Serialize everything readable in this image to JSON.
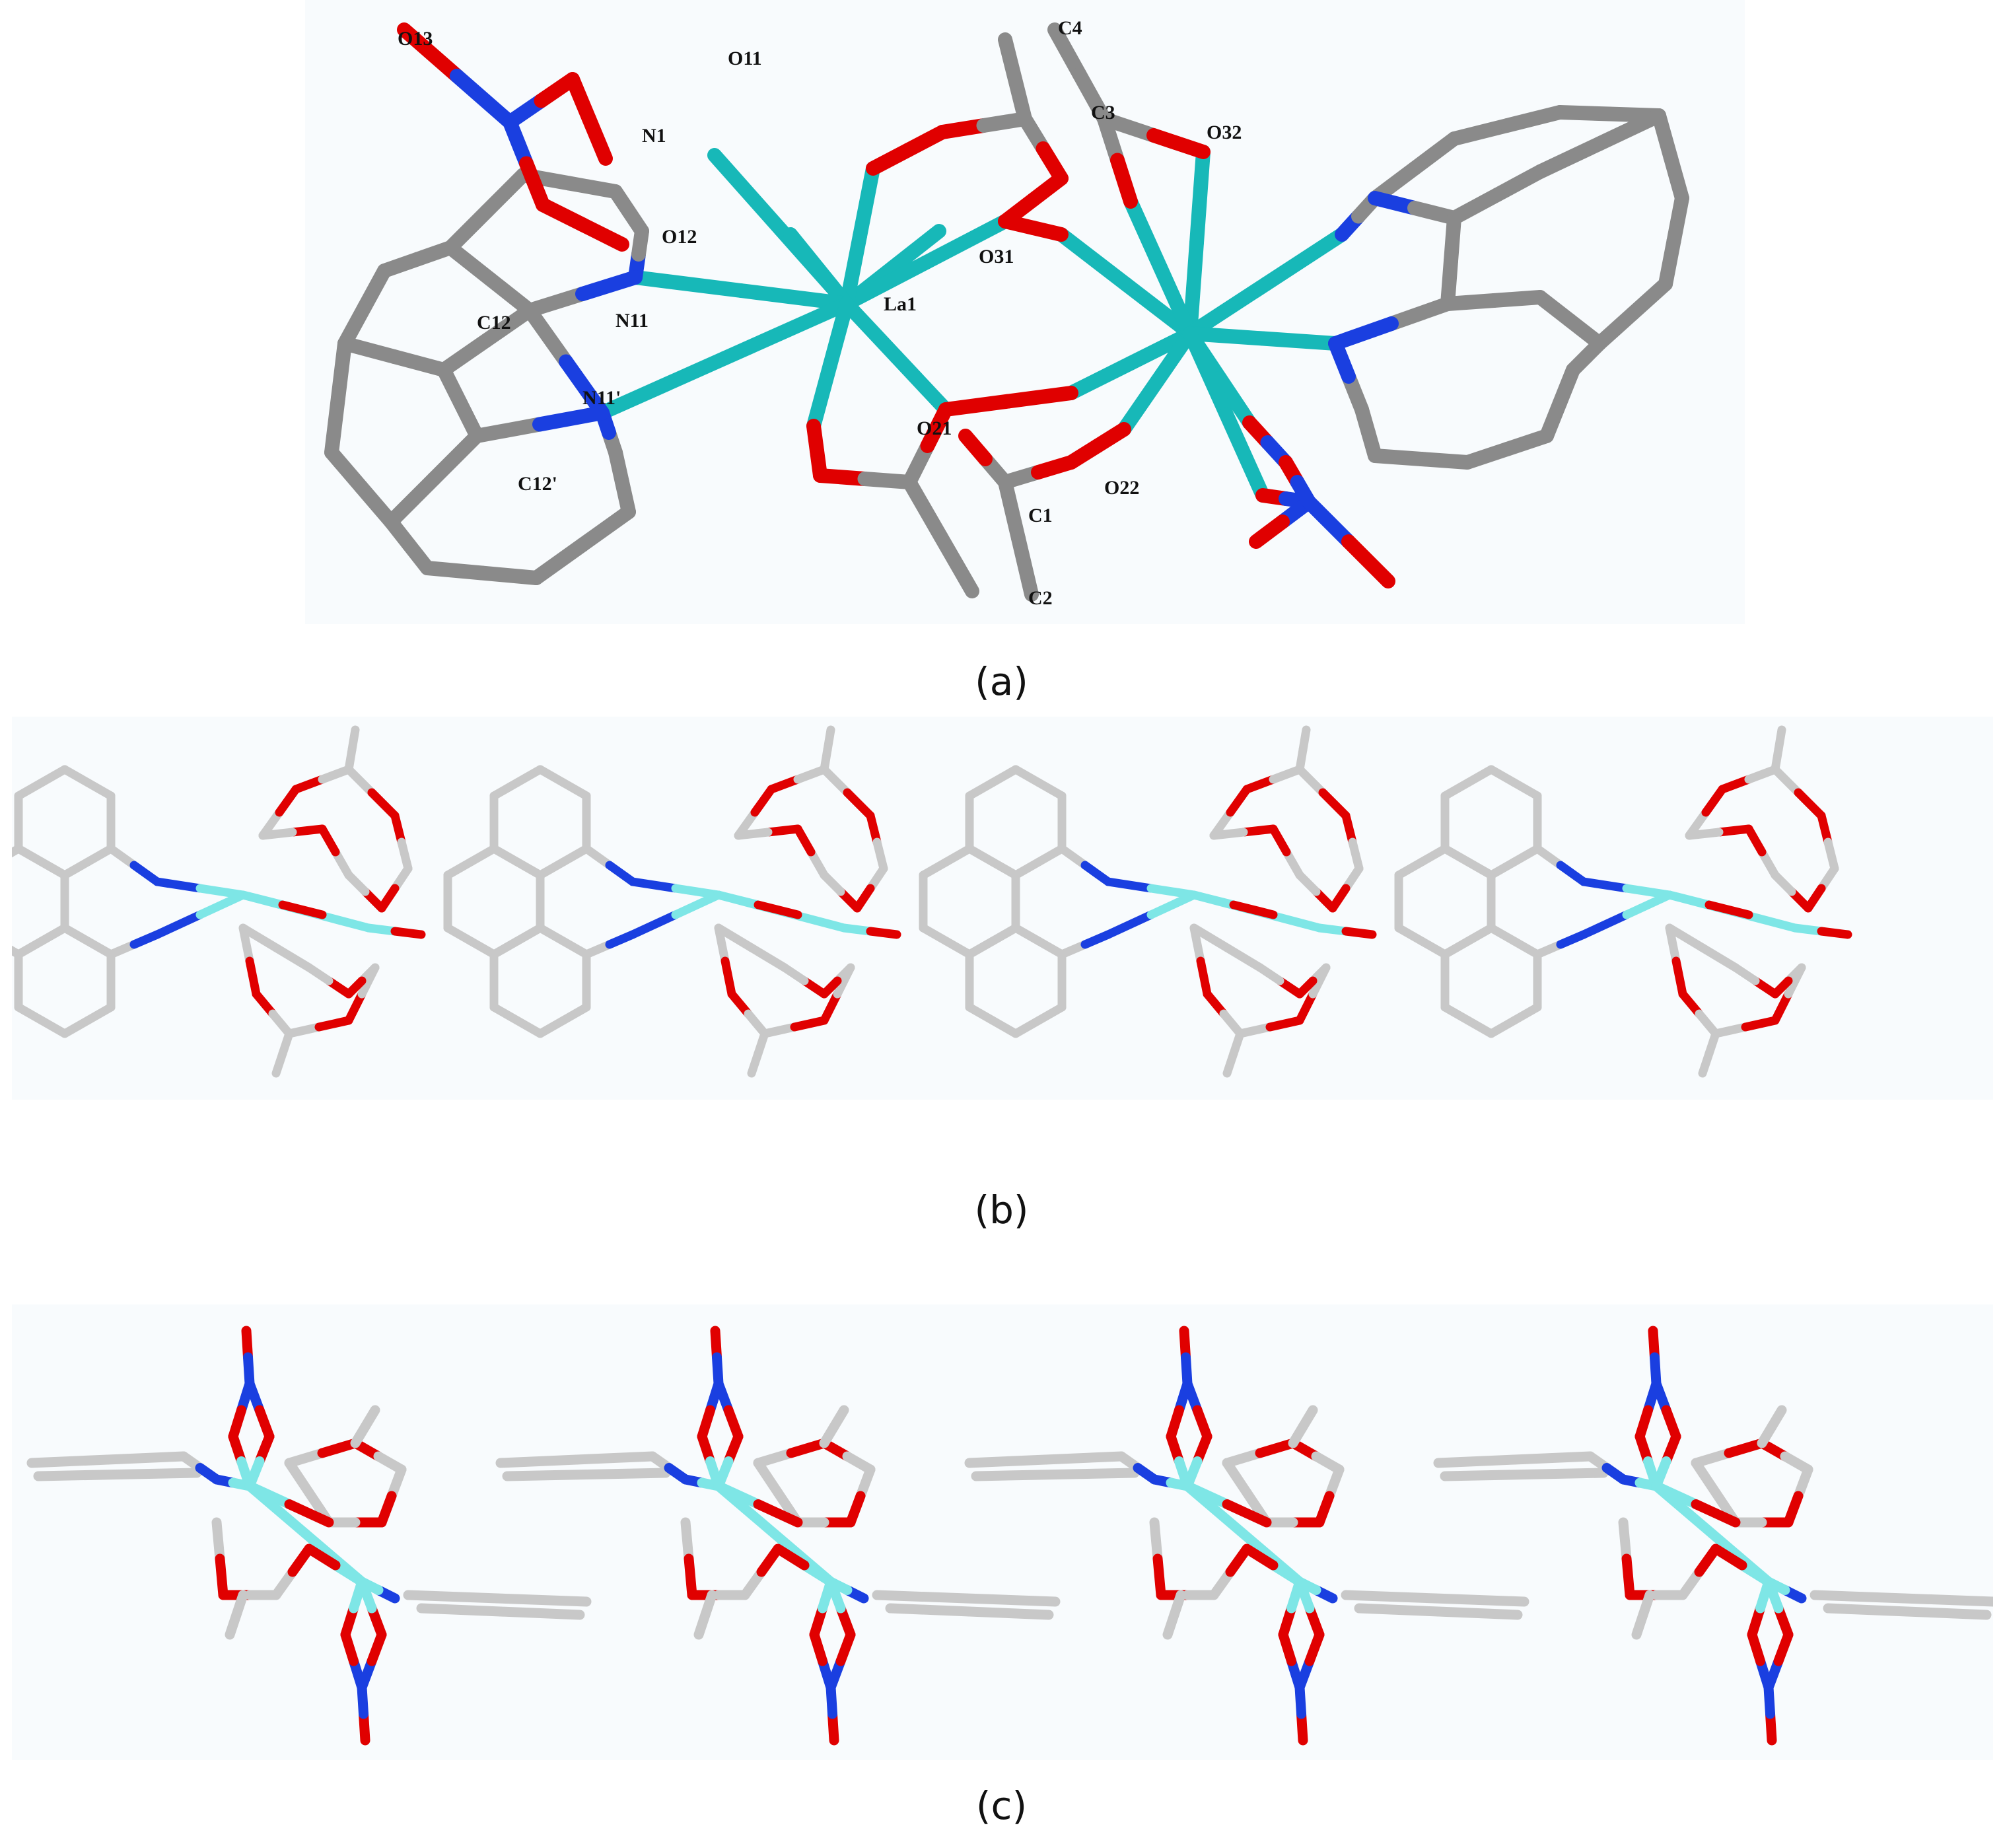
{
  "panels": [
    {
      "id": "a",
      "caption": "(a)"
    },
    {
      "id": "b",
      "caption": "(b)"
    },
    {
      "id": "c",
      "caption": "(c)"
    }
  ],
  "atom_labels": {
    "O13": "O13",
    "O11": "O11",
    "N1": "N1",
    "C4": "C4",
    "C3": "C3",
    "O32": "O32",
    "O12": "O12",
    "O31": "O31",
    "La1": "La1",
    "C12": "C12",
    "N11": "N11",
    "N11p": "N11'",
    "O21": "O21",
    "C12p": "C12'",
    "C1": "C1",
    "O22": "O22",
    "C2": "C2"
  },
  "colors": {
    "carbon": "#8a8a8a",
    "carbon_light": "#c8c8c8",
    "oxygen": "#e00000",
    "nitrogen": "#1a3fe0",
    "lanthanum": "#17b8b8",
    "lanthanum_light": "#7ee6e6"
  }
}
